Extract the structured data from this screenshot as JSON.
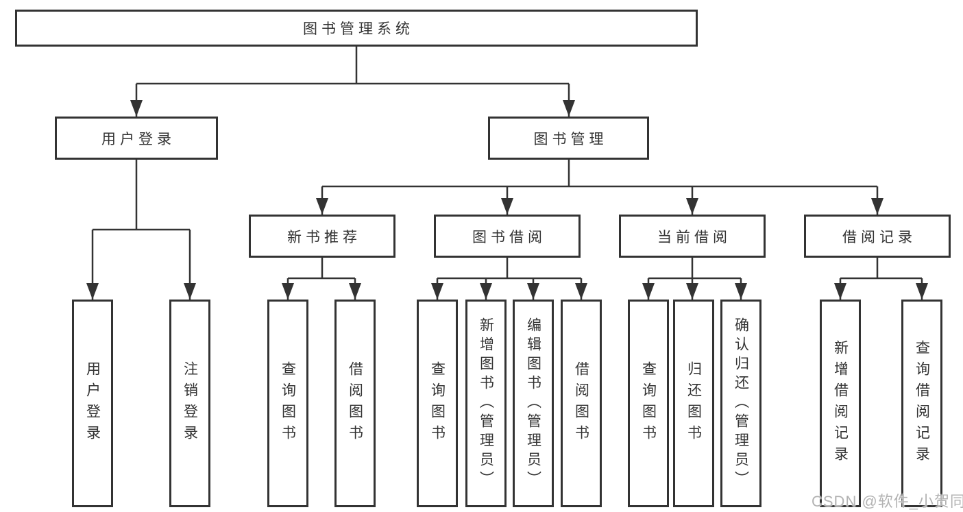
{
  "diagram": {
    "type": "function-structure-tree",
    "title": "图书管理系统",
    "hierarchy": {
      "图书管理系统": {
        "用户登录": [
          "用户登录",
          "注销登录"
        ],
        "图书管理": {
          "新书推荐": [
            "查询图书",
            "借阅图书"
          ],
          "图书借阅": [
            "查询图书",
            "新增图书（管理员）",
            "编辑图书（管理员）",
            "借阅图书"
          ],
          "当前借阅": [
            "查询图书",
            "归还图书",
            "确认归还（管理员）"
          ],
          "借阅记录": [
            "新增借阅记录",
            "查询借阅记录"
          ]
        }
      }
    }
  },
  "nodes": {
    "root": {
      "label": "图书管理系统"
    },
    "user_login": {
      "label": "用户登录"
    },
    "book_mgmt": {
      "label": "图书管理"
    },
    "leaf_user_login": {
      "label": "用户登录"
    },
    "leaf_logout": {
      "label": "注销登录"
    },
    "new_book_rec": {
      "label": "新书推荐"
    },
    "book_borrow": {
      "label": "图书借阅"
    },
    "cur_borrow": {
      "label": "当前借阅"
    },
    "borrow_rec": {
      "label": "借阅记录"
    },
    "nbr_query_book": {
      "label": "查询图书"
    },
    "nbr_borrow_book": {
      "label": "借阅图书"
    },
    "bb_query_book": {
      "label": "查询图书"
    },
    "bb_add_book": {
      "label": "新增图书（管理员）"
    },
    "bb_edit_book": {
      "label": "编辑图书（管理员）"
    },
    "bb_borrow_book": {
      "label": "借阅图书"
    },
    "cb_query_book": {
      "label": "查询图书"
    },
    "cb_return_book": {
      "label": "归还图书"
    },
    "cb_confirm_return": {
      "label": "确认归还（管理员）"
    },
    "br_add_record": {
      "label": "新增借阅记录"
    },
    "br_query_record": {
      "label": "查询借阅记录"
    }
  },
  "watermark": {
    "text": "CSDN @软件_小贺同学"
  },
  "colors": {
    "line": "#333333",
    "node_border": "#333333",
    "node_text": "#333333",
    "background": "#ffffff",
    "watermark_text": "#b3b3b3"
  }
}
